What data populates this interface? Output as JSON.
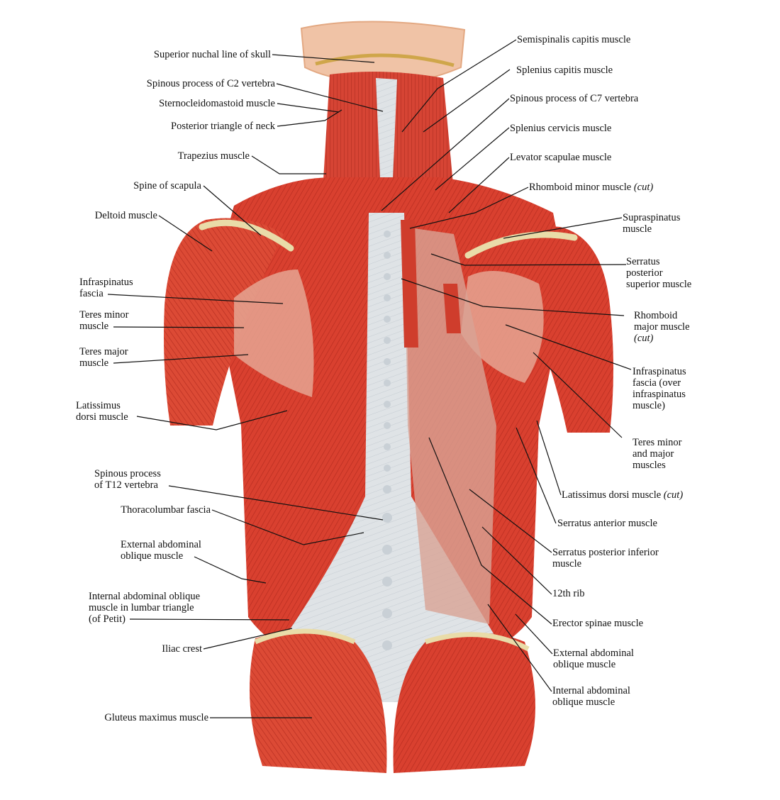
{
  "colors": {
    "muscle": "#d9402f",
    "muscle_dark": "#b22a1e",
    "muscle_light": "#e8765f",
    "fascia": "#dfe3e6",
    "fascia_shade": "#c5ccd2",
    "bone": "#e9dca9",
    "bone_edge": "#cfa64a",
    "skin": "#f0c3a6",
    "leader": "#111111"
  },
  "labels_left": [
    {
      "name": "superior-nuchal-line",
      "text": "Superior nuchal line of skull"
    },
    {
      "name": "spinous-process-c2",
      "text": "Spinous process of C2 vertebra"
    },
    {
      "name": "sternocleidomastoid",
      "text": "Sternocleidomastoid muscle"
    },
    {
      "name": "posterior-triangle",
      "text": "Posterior triangle of neck"
    },
    {
      "name": "trapezius",
      "text": "Trapezius muscle"
    },
    {
      "name": "spine-of-scapula",
      "text": "Spine of scapula"
    },
    {
      "name": "deltoid",
      "text": "Deltoid muscle"
    },
    {
      "name": "infraspinatus-fascia-left",
      "text": "Infraspinatus\nfascia"
    },
    {
      "name": "teres-minor-left",
      "text": "Teres minor\nmuscle"
    },
    {
      "name": "teres-major-left",
      "text": "Teres major\nmuscle"
    },
    {
      "name": "latissimus-dorsi-left",
      "text": "Latissimus\ndorsi muscle"
    },
    {
      "name": "spinous-process-t12",
      "text": "Spinous process\nof T12 vertebra"
    },
    {
      "name": "thoracolumbar-fascia",
      "text": "Thoracolumbar fascia"
    },
    {
      "name": "external-oblique-left",
      "text": "External abdominal\noblique muscle"
    },
    {
      "name": "internal-oblique-left",
      "text": "Internal abdominal oblique\nmuscle in lumbar triangle\n(of Petit)"
    },
    {
      "name": "iliac-crest",
      "text": "Iliac crest"
    },
    {
      "name": "gluteus-maximus",
      "text": "Gluteus maximus muscle"
    }
  ],
  "labels_right": [
    {
      "name": "semispinalis-capitis",
      "text": "Semispinalis capitis muscle"
    },
    {
      "name": "splenius-capitis",
      "text": "Splenius capitis muscle"
    },
    {
      "name": "spinous-process-c7",
      "text": "Spinous process of C7 vertebra"
    },
    {
      "name": "splenius-cervicis",
      "text": "Splenius cervicis muscle"
    },
    {
      "name": "levator-scapulae",
      "text": "Levator scapulae muscle"
    },
    {
      "name": "rhomboid-minor",
      "text": "Rhomboid minor muscle ",
      "italic": "(cut)"
    },
    {
      "name": "supraspinatus",
      "text": "Supraspinatus\nmuscle"
    },
    {
      "name": "serratus-posterior-superior",
      "text": "Serratus\nposterior\nsuperior muscle"
    },
    {
      "name": "rhomboid-major",
      "text": "Rhomboid\nmajor muscle\n",
      "italic": "(cut)"
    },
    {
      "name": "infraspinatus-fascia-right",
      "text": "Infraspinatus\nfascia (over\ninfraspinatus\nmuscle)"
    },
    {
      "name": "teres-minor-major-right",
      "text": "Teres minor\nand major\nmuscles"
    },
    {
      "name": "latissimus-dorsi-cut",
      "text": "Latissimus dorsi muscle ",
      "italic": "(cut)"
    },
    {
      "name": "serratus-anterior",
      "text": "Serratus anterior muscle"
    },
    {
      "name": "serratus-posterior-inferior",
      "text": "Serratus posterior inferior\nmuscle"
    },
    {
      "name": "twelfth-rib",
      "text": "12th rib"
    },
    {
      "name": "erector-spinae",
      "text": "Erector spinae muscle"
    },
    {
      "name": "external-oblique-right",
      "text": "External abdominal\noblique muscle"
    },
    {
      "name": "internal-oblique-right",
      "text": "Internal abdominal\noblique muscle"
    }
  ]
}
